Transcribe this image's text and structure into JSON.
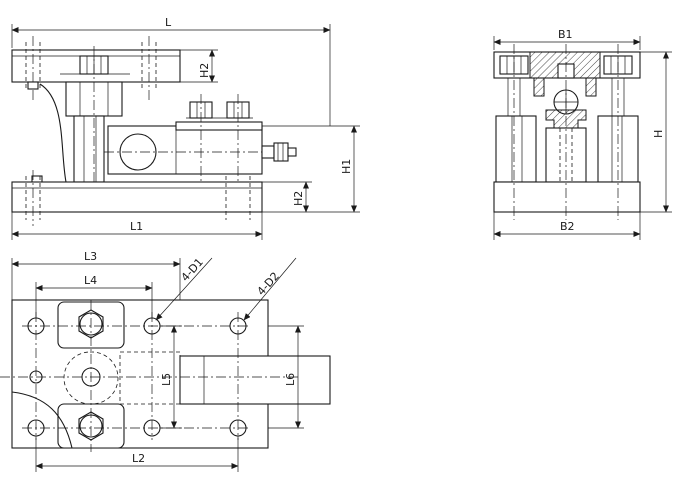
{
  "dimension_labels": {
    "L": "L",
    "L1": "L1",
    "L2": "L2",
    "L3": "L3",
    "L4": "L4",
    "L5": "L5",
    "L6": "L6",
    "H": "H",
    "H1": "H1",
    "H2_top": "H2",
    "H2_bottom": "H2",
    "B1": "B1",
    "B2": "B2",
    "D1": "4-D1",
    "D2": "4-D2"
  }
}
